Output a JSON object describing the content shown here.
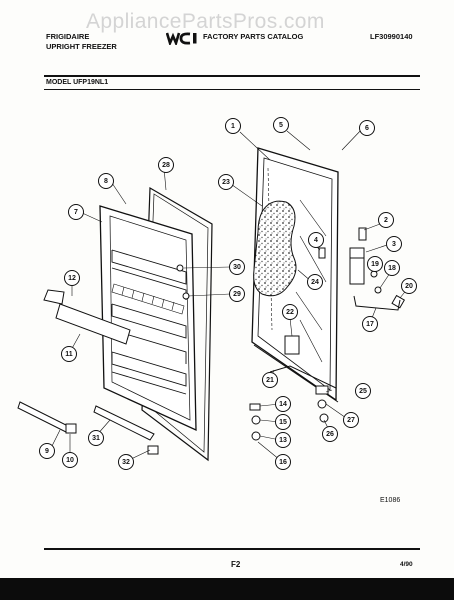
{
  "watermark": "AppliancePartsPros.com",
  "header": {
    "brand": "FRIGIDAIRE",
    "product": "UPRIGHT FREEZER",
    "catalog_title": "FACTORY PARTS CATALOG",
    "publication_number": "LF30990140",
    "logo": "wci-logo"
  },
  "model_line": "MODEL UFP19NL1",
  "callouts": [
    "1",
    "2",
    "3",
    "4",
    "5",
    "6",
    "7",
    "8",
    "9",
    "10",
    "11",
    "12",
    "13",
    "14",
    "15",
    "16",
    "17",
    "18",
    "19",
    "20",
    "21",
    "22",
    "23",
    "24",
    "25",
    "26",
    "27",
    "28",
    "29",
    "30",
    "31",
    "32"
  ],
  "figure_code": "E1086",
  "footer": {
    "page_label": "F2",
    "date": "4/90"
  }
}
